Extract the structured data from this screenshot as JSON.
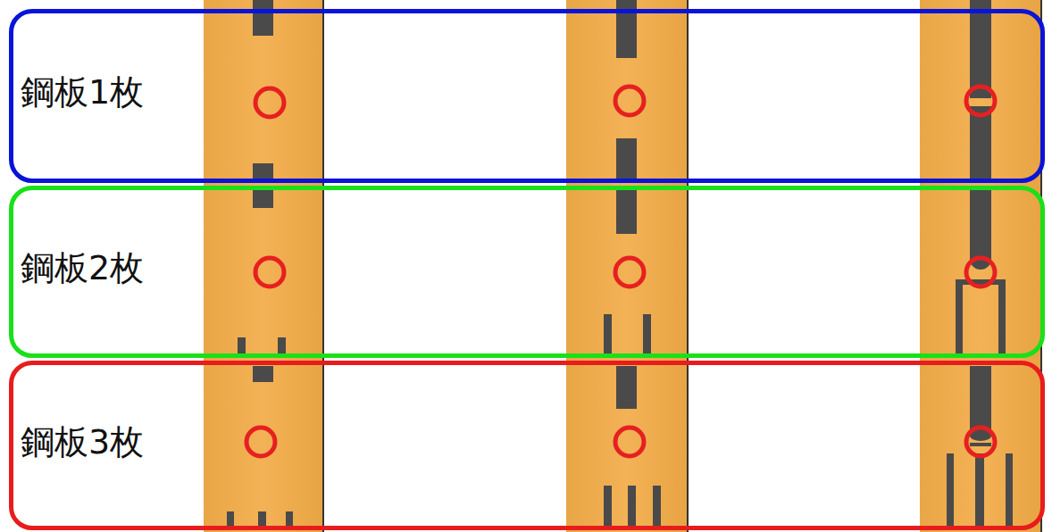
{
  "diagram": {
    "nodes": [
      {
        "text": [
          "鋼板1枚"
        ]
      },
      {
        "text": [
          "鋼板2枚"
        ]
      },
      {
        "text": [
          "鋼板3枚"
        ]
      }
    ]
  }
}
